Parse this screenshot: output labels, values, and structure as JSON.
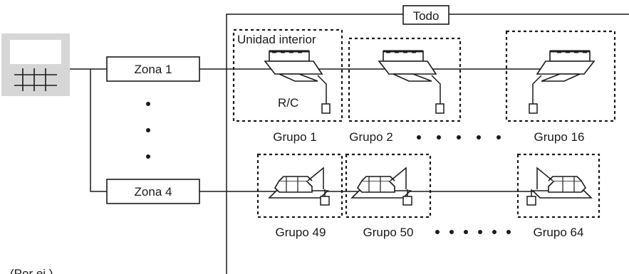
{
  "all_label": "Todo",
  "indoor_unit_label": "Unidad interior",
  "rc_label": "R/C",
  "zones": [
    {
      "label": "Zona 1"
    },
    {
      "label": "Zona 4"
    }
  ],
  "groups": [
    {
      "label": "Grupo 1"
    },
    {
      "label": "Grupo 2"
    },
    {
      "label": "Grupo 16"
    },
    {
      "label": "Grupo 49"
    },
    {
      "label": "Grupo 50"
    },
    {
      "label": "Grupo 64"
    }
  ],
  "footnote": "(Por ej.)",
  "colors": {
    "line": "#1a1a1a",
    "controller_bg": "#d6d6d6"
  }
}
